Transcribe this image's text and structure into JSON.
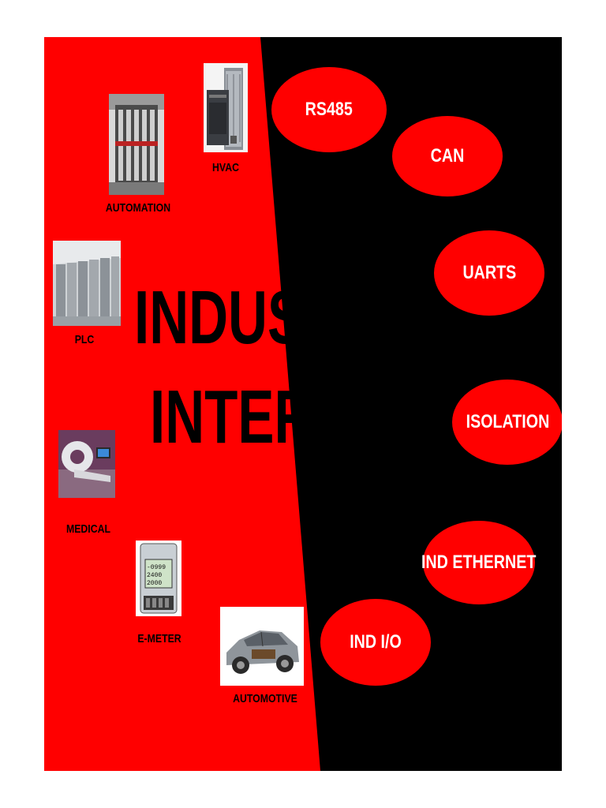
{
  "colors": {
    "red": "#ff0000",
    "black": "#000000",
    "white": "#ffffff"
  },
  "title": {
    "line1": "INDUSTRIAL",
    "line2": "INTERFACE"
  },
  "applications": {
    "hvac": {
      "label": "HVAC",
      "icon": "hvac-unit-icon"
    },
    "automation": {
      "label": "AUTOMATION",
      "icon": "automation-machine-icon"
    },
    "plc": {
      "label": "PLC",
      "icon": "plc-cabinet-icon"
    },
    "medical": {
      "label": "MEDICAL",
      "icon": "ct-scanner-icon"
    },
    "emeter": {
      "label": "E-METER",
      "icon": "energy-meter-icon"
    },
    "automotive": {
      "label": "AUTOMOTIVE",
      "icon": "car-icon"
    }
  },
  "interfaces": {
    "rs485": "RS485",
    "can": "CAN",
    "uarts": "UARTS",
    "isolation": "ISOLATION",
    "ind_ethernet": "IND ETHERNET",
    "ind_io": "IND I/O"
  }
}
